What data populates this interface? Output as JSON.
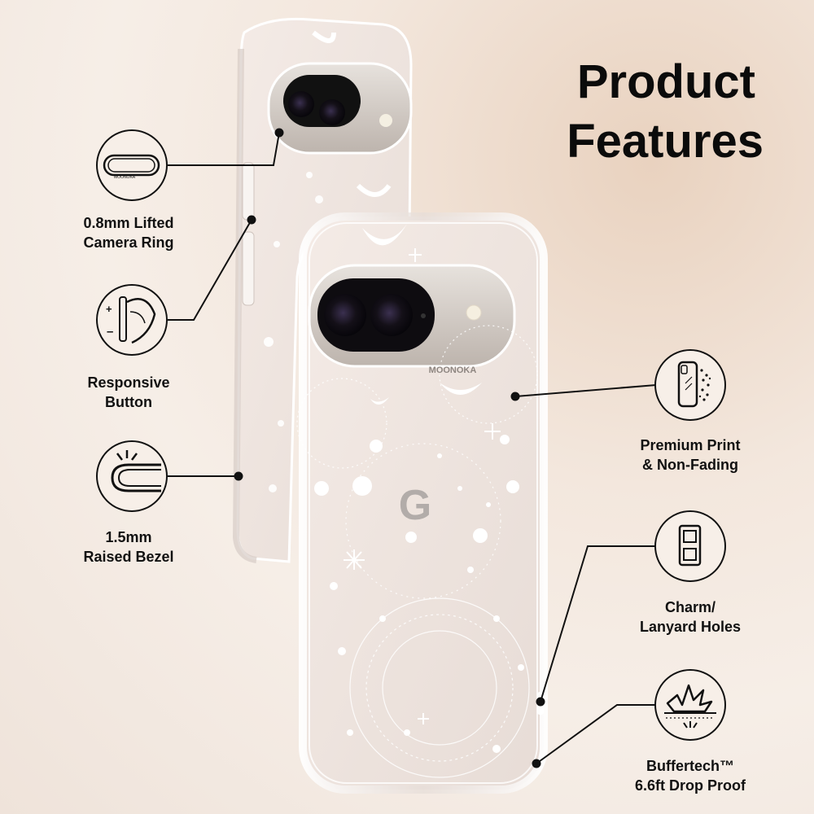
{
  "headline": {
    "line1": "Product",
    "line2": "Features"
  },
  "features": [
    {
      "icon": "camera-ring-icon",
      "lines": [
        "0.8mm Lifted",
        "Camera Ring"
      ]
    },
    {
      "icon": "responsive-button-icon",
      "lines": [
        "Responsive",
        "Button"
      ]
    },
    {
      "icon": "raised-bezel-icon",
      "lines": [
        "1.5mm",
        "Raised Bezel"
      ]
    },
    {
      "icon": "premium-print-icon",
      "lines": [
        "Premium Print",
        "& Non-Fading"
      ]
    },
    {
      "icon": "lanyard-holes-icon",
      "lines": [
        "Charm/",
        "Lanyard Holes"
      ]
    },
    {
      "icon": "drop-proof-icon",
      "lines": [
        "Buffertech™",
        "6.6ft Drop Proof"
      ]
    }
  ],
  "product": {
    "brand_mark": "MOONOKA",
    "logo_letter": "G"
  }
}
